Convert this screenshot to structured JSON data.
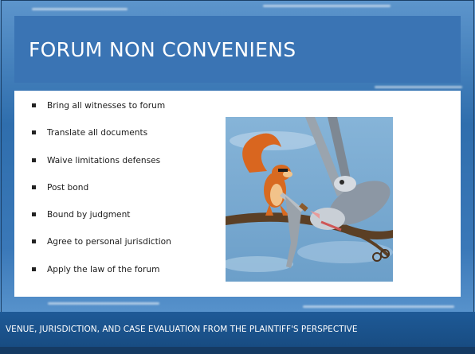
{
  "slide": {
    "title": "FORUM NON CONVENIENS",
    "bullets": [
      "Bring all witnesses to forum",
      "Translate all documents",
      "Waive limitations defenses",
      "Post bond",
      "Bound by judgment",
      "Agree to personal jurisdiction",
      "Apply the law of the forum"
    ],
    "footer": "VENUE, JURISDICTION,  AND CASE EVALUATION FROM THE PLAINTIFF'S PERSPECTIVE"
  },
  "colors": {
    "background": "#2f6ead",
    "title_bar": "#3a74b4",
    "footer_bar": "#1e5a97",
    "content_box": "#ffffff"
  },
  "picture": {
    "icon": "cartoon-squirrel-sawing-branch-image"
  }
}
